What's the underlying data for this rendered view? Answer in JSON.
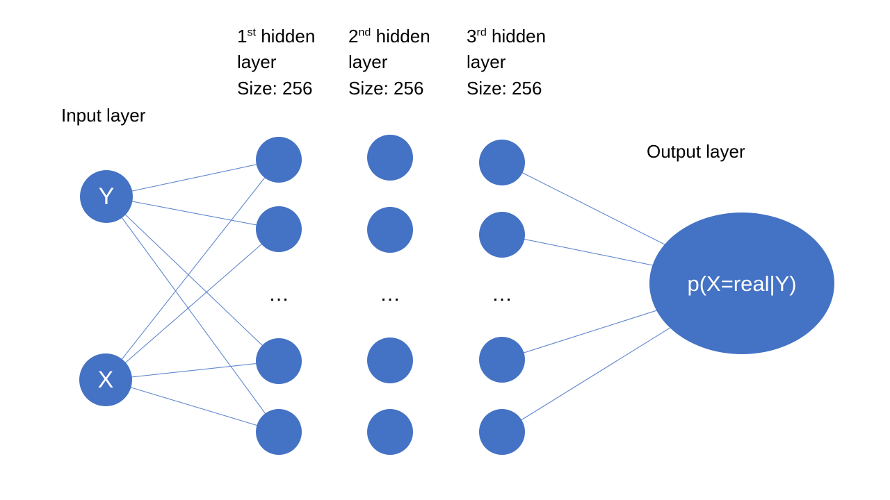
{
  "diagram": {
    "type": "neural-network-architecture",
    "background_color": "#FFFFFF",
    "node_color": "#4472C4",
    "edge_color": "#4472C4",
    "node_text_color": "#FFFFFF",
    "label_text_color": "#000000"
  },
  "labels": {
    "input_layer": "Input layer",
    "output_layer": "Output layer"
  },
  "input_layer": {
    "nodes": [
      {
        "label": "Y"
      },
      {
        "label": "X"
      }
    ]
  },
  "hidden_layers": [
    {
      "ordinal_number": "1",
      "ordinal_suffix": "st",
      "title_rest": " hidden",
      "line2": "layer",
      "size_label": "Size: 256",
      "ellipsis": "…"
    },
    {
      "ordinal_number": "2",
      "ordinal_suffix": "nd",
      "title_rest": " hidden",
      "line2": "layer",
      "size_label": "Size: 256",
      "ellipsis": "…"
    },
    {
      "ordinal_number": "3",
      "ordinal_suffix": "rd",
      "title_rest": " hidden",
      "line2": "layer",
      "size_label": "Size: 256",
      "ellipsis": "…"
    }
  ],
  "output_layer": {
    "node_label": "p(X=real|Y)"
  }
}
